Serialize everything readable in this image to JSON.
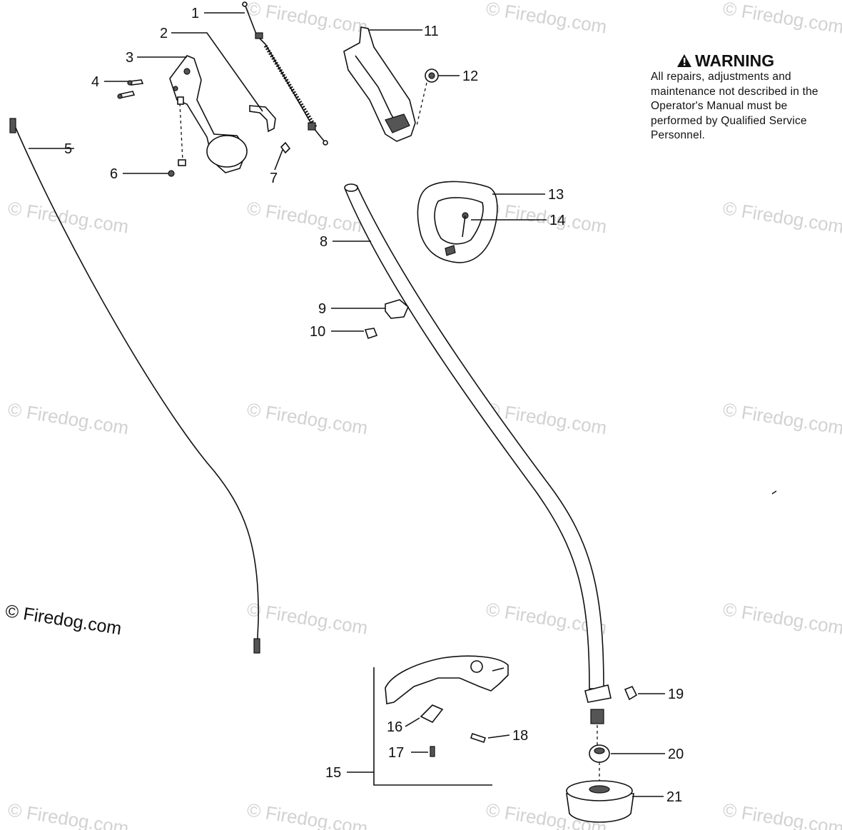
{
  "watermark": "© Firedog.com",
  "copyright": "© Firedog.com",
  "warning": {
    "title": "WARNING",
    "body": "All repairs, adjustments and maintenance not described in the Operator's Manual must be performed by Qualified Service Personnel."
  },
  "callouts": {
    "n1": "1",
    "n2": "2",
    "n3": "3",
    "n4": "4",
    "n5": "5",
    "n6": "6",
    "n7": "7",
    "n8": "8",
    "n9": "9",
    "n10": "10",
    "n11": "11",
    "n12": "12",
    "n13": "13",
    "n14": "14",
    "n15": "15",
    "n16": "16",
    "n17": "17",
    "n18": "18",
    "n19": "19",
    "n20": "20",
    "n21": "21"
  }
}
